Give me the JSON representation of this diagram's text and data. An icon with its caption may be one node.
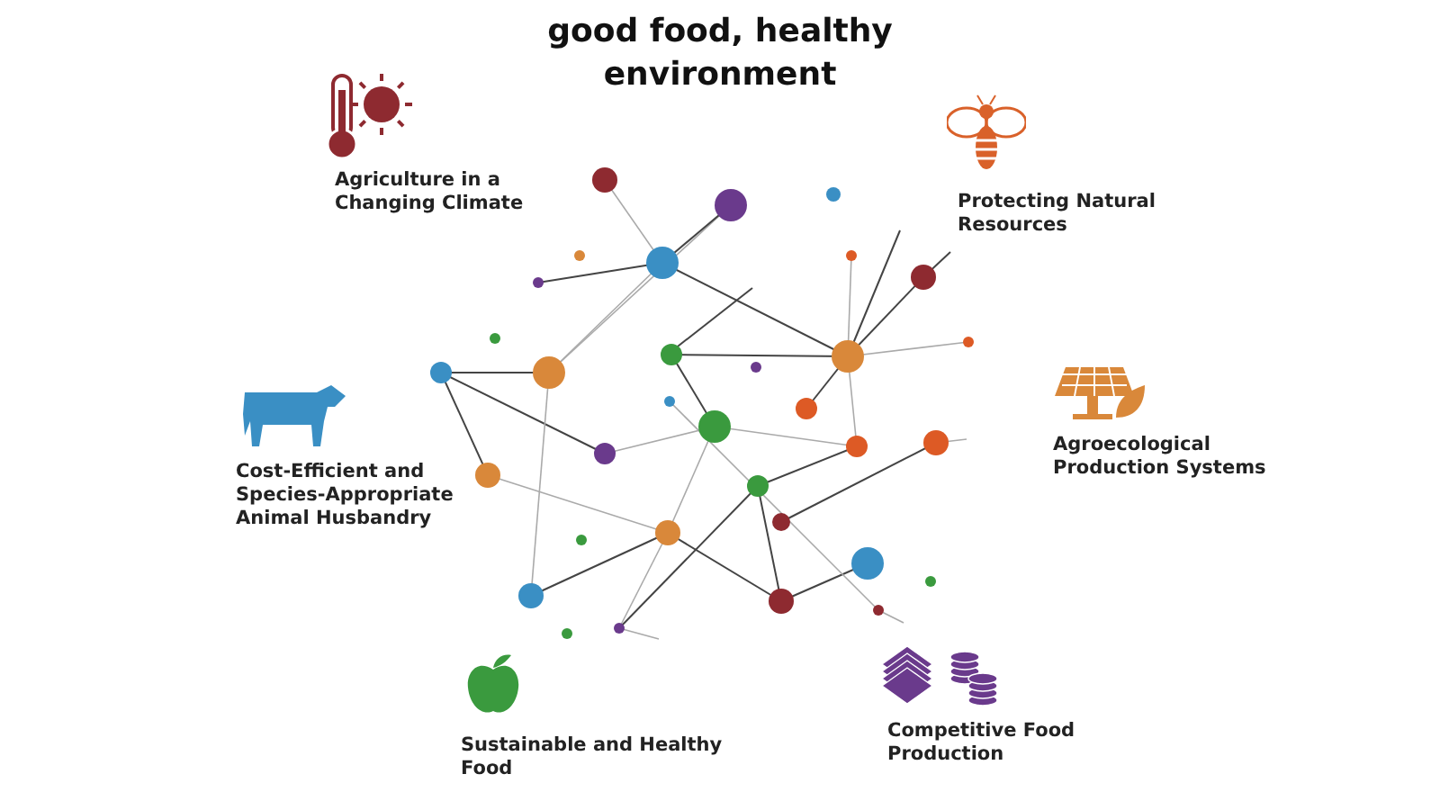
{
  "diagram": {
    "title": "good food, healthy environment",
    "labels": [
      "Agriculture in a Changing Climate",
      "Protecting Natural Resources",
      "Cost-Efficient and Species-Appropriate Animal Husbandry",
      "Agroecological Production Systems",
      "Sustainable and Healthy Food",
      "Competitive Food Production"
    ]
  }
}
